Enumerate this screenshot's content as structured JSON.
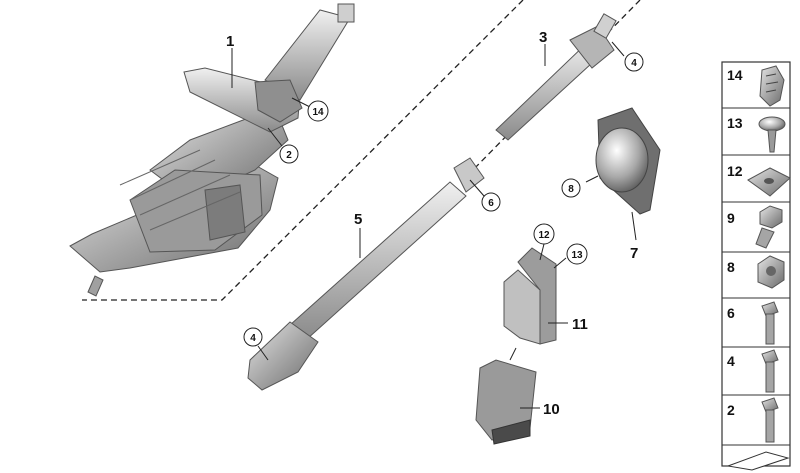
{
  "labels": {
    "n1": "1",
    "n2": "2",
    "n3": "3",
    "n4a": "4",
    "n4b": "4",
    "n5": "5",
    "n6": "6",
    "n7": "7",
    "n8": "8",
    "n10": "10",
    "n11": "11",
    "n12": "12",
    "n13": "13",
    "n14": "14"
  },
  "sidebar": [
    "14",
    "13",
    "12",
    "9",
    "8",
    "6",
    "4",
    "2"
  ]
}
